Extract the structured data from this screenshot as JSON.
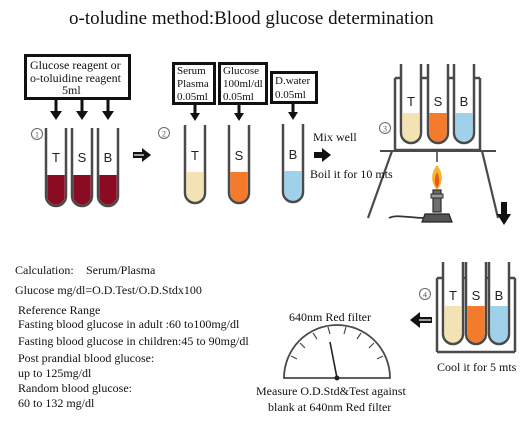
{
  "title": "o-toludine method:Blood glucose determination",
  "step1": {
    "number": "1",
    "reagent_line1": "Glucose reagent or",
    "reagent_line2": "o-toluidine reagent",
    "reagent_volume": "5ml",
    "tube_labels": [
      "T",
      "S",
      "B"
    ]
  },
  "step2": {
    "number": "2",
    "serum_line1": "Serum",
    "serum_line2": "Plasma",
    "serum_volume": "0.05ml",
    "glucose_line1": "Glucose",
    "glucose_line2": "100ml/dl",
    "glucose_volume": "0.05ml",
    "water_line1": "D.water",
    "water_volume": "0.05ml",
    "tube_labels": [
      "T",
      "S",
      "B"
    ],
    "mix": "Mix well",
    "boil": "Boil it for 10 mts"
  },
  "step3": {
    "number": "3",
    "tube_labels": [
      "T",
      "S",
      "B"
    ]
  },
  "step4": {
    "number": "4",
    "tube_labels": [
      "T",
      "S",
      "B"
    ],
    "cool": "Cool it for 5 mts"
  },
  "meter": {
    "filter": "640nm Red filter",
    "measure_line1": "Measure O.D.Std&Test  against",
    "measure_line2": "blank at 640nm Red filter"
  },
  "calc": {
    "label": "Calculation:",
    "sample": "Serum/Plasma",
    "formula": "Glucose mg/dl=O.D.Test/O.D.Stdx100",
    "range_heading": "Reference Range",
    "fasting_adult": "Fasting blood glucose in adult :60 to100mg/dl",
    "fasting_children": "Fasting blood glucose in children:45 to 90mg/dl",
    "postprandial": "Post prandial blood glucose:",
    "postprandial_value": "up to 125mg/dl",
    "random": "Random blood glucose:",
    "random_value": "60 to 132 mg/dl"
  },
  "colors": {
    "blood": "#8b0c22",
    "serum": "#f3e2b3",
    "standard": "#f47a2c",
    "water": "#9fd2ea",
    "tube_outline": "#4a4a4a"
  }
}
